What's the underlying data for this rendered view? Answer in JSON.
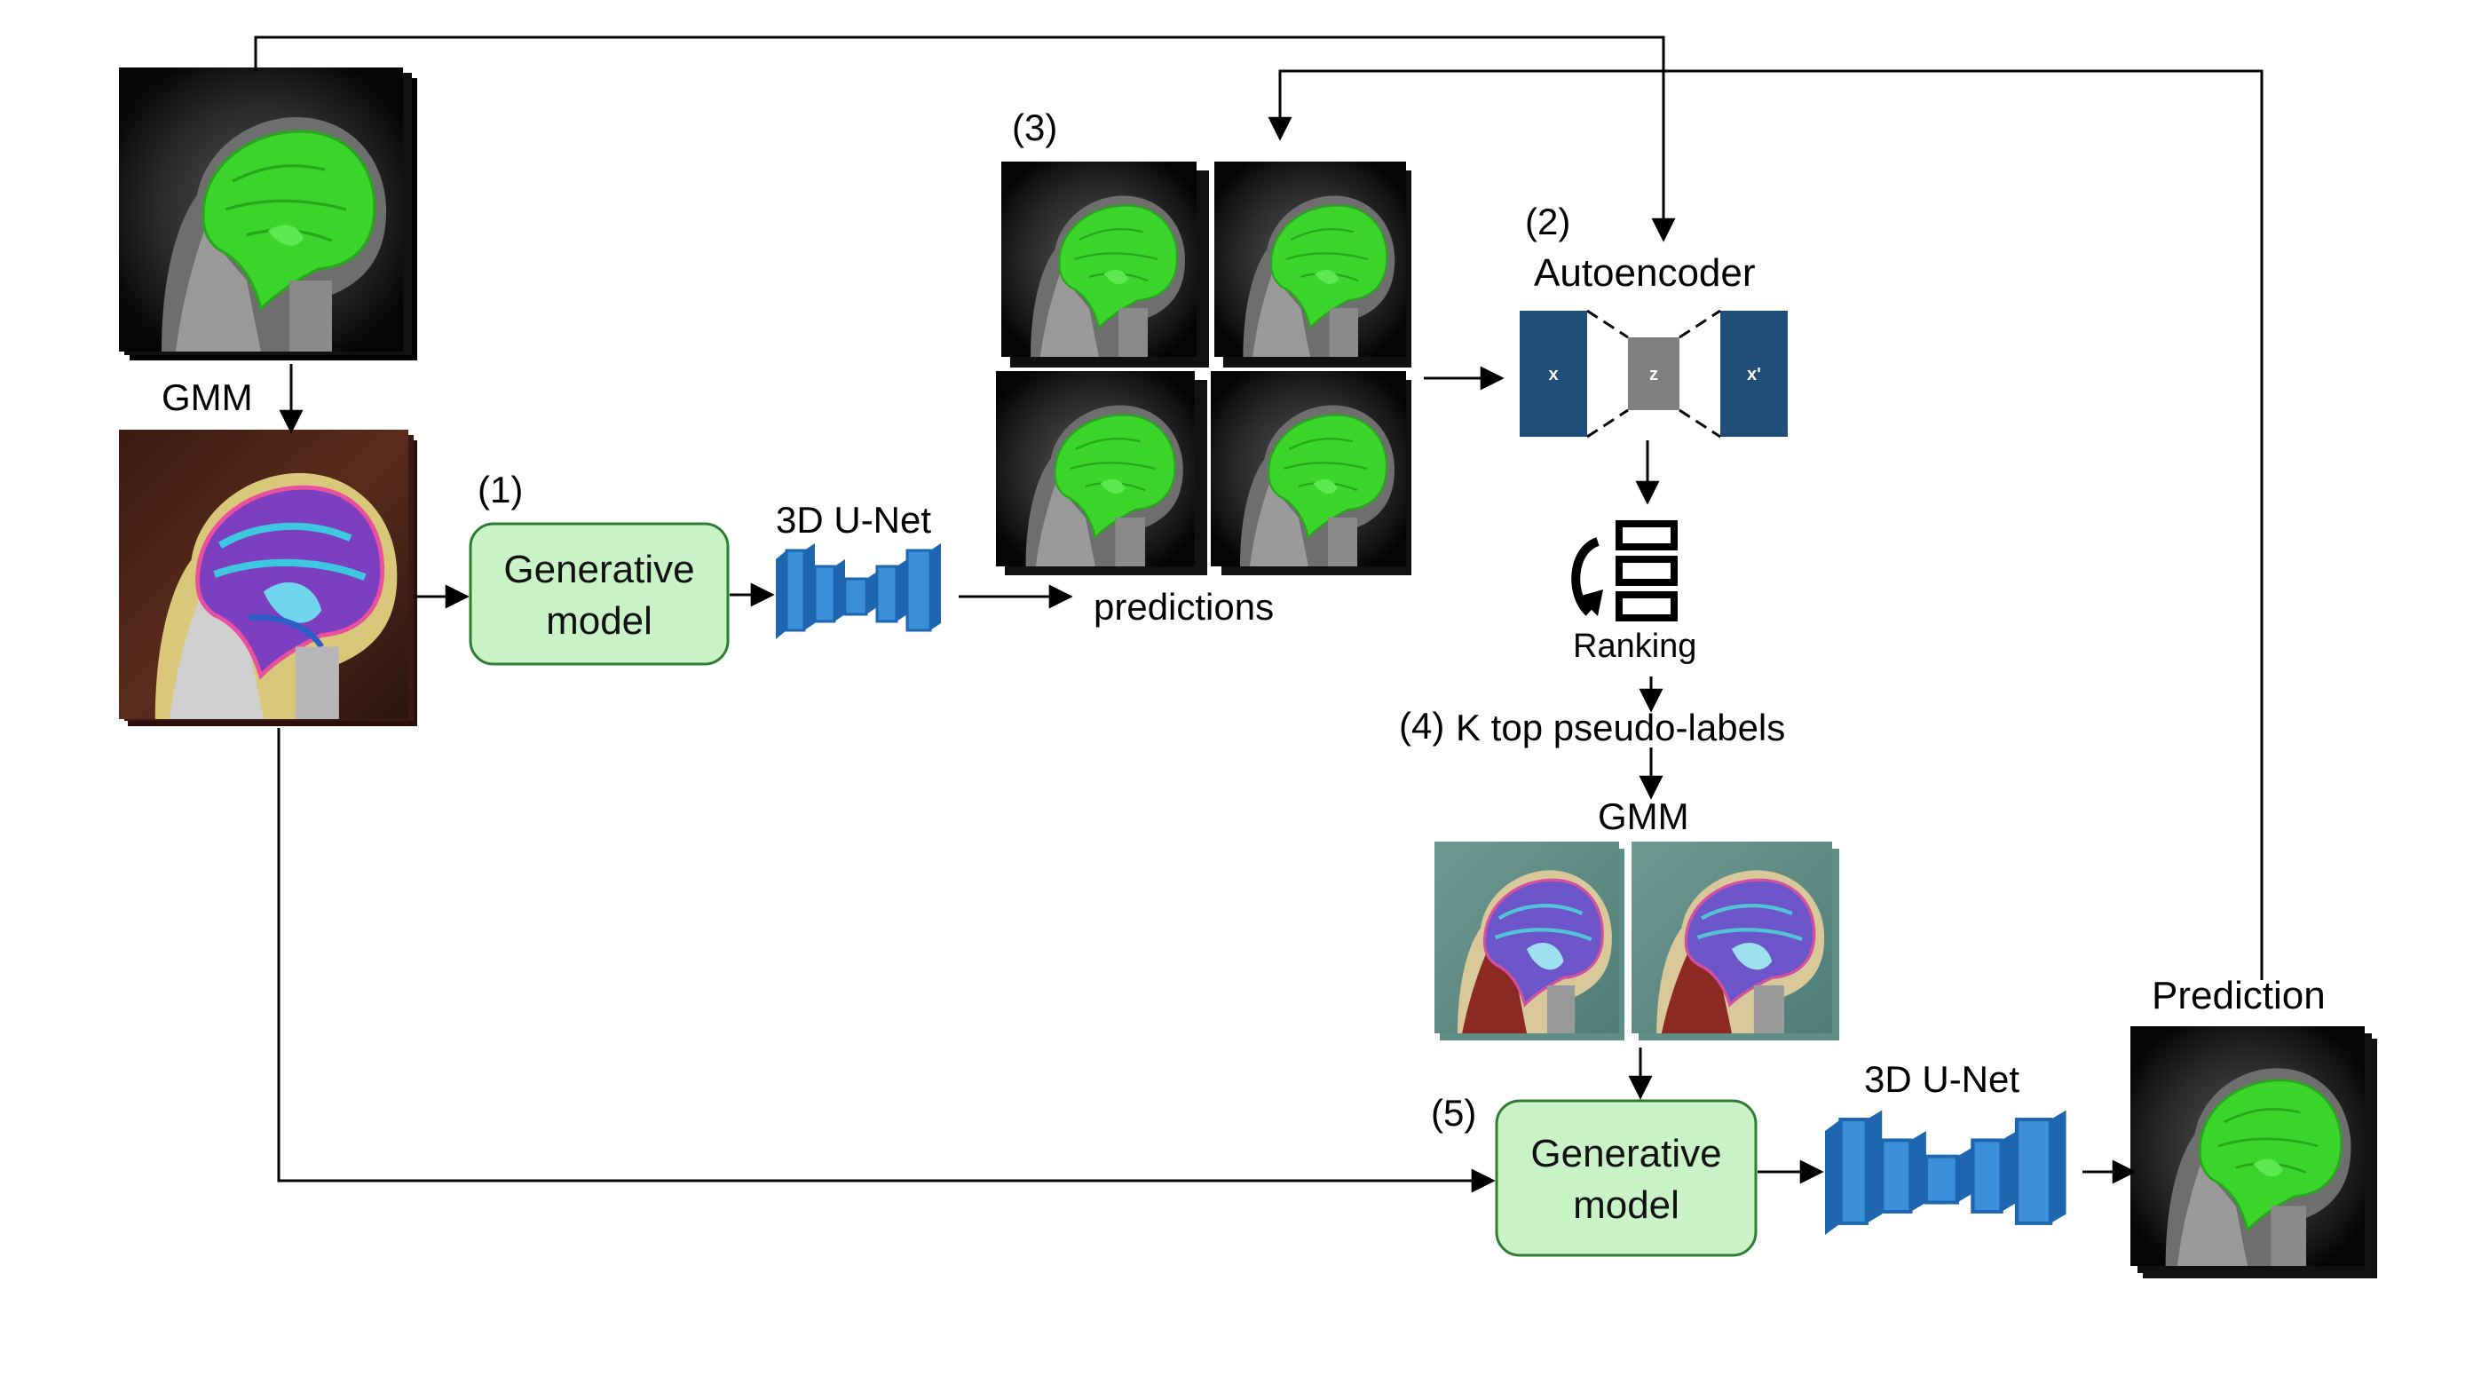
{
  "labels": {
    "gmm_top": "GMM",
    "step1": "(1)",
    "step2": "(2)",
    "step3": "(3)",
    "step4": "(4)",
    "step5": "(5)",
    "unet1": "3D U-Net",
    "unet2": "3D U-Net",
    "predictions": "predictions",
    "autoencoder": "Autoencoder",
    "ranking": "Ranking",
    "k_top": "K top pseudo-labels",
    "gmm_bottom": "GMM",
    "prediction": "Prediction"
  },
  "generative_model_1": {
    "line1": "Generative",
    "line2": "model"
  },
  "generative_model_2": {
    "line1": "Generative",
    "line2": "model"
  },
  "autoencoder_blocks": {
    "x": "x",
    "z": "z",
    "x_prime": "x'"
  },
  "colors": {
    "green_box_fill": "#c9f2c7",
    "green_box_stroke": "#2e7d32",
    "ae_blue": "#1f4e79",
    "ae_gray": "#808080",
    "unet_blue": "#3b8fd9",
    "unet_dark": "#1f66b0",
    "brain_green": "#39d62a"
  },
  "icons": {
    "mri_stack": "mri-brain-green-icon",
    "gmm_map": "gmm-segmentation-map-icon",
    "ranking": "ranking-list-icon",
    "unet": "unet-blocks-icon"
  }
}
